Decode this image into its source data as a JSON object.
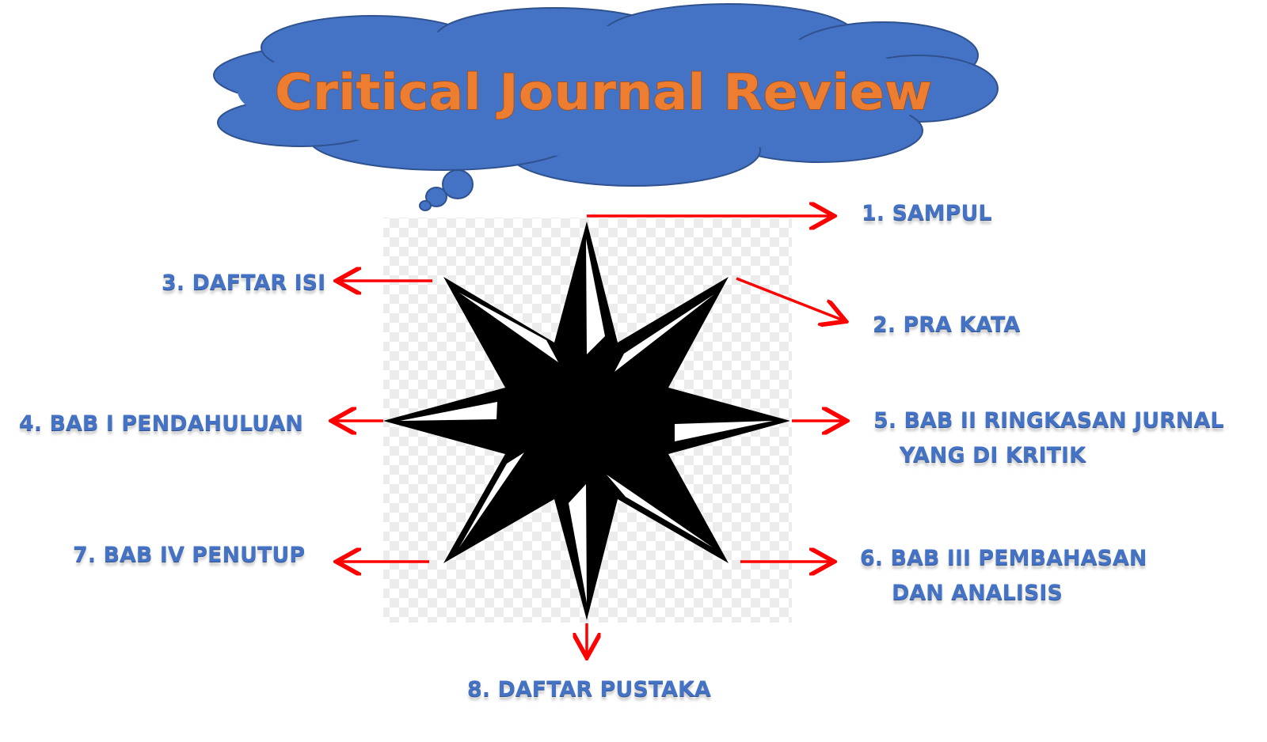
{
  "title": "Critical Journal Review",
  "colors": {
    "cloud": "#4472c4",
    "cloud_outline": "#2f528f",
    "title_fill": "#ed7d31",
    "label": "#4472c4",
    "arrow": "#ff0000",
    "star": "#000000"
  },
  "icons": {
    "center": "compass-rose-star-icon",
    "connector": "red-arrow-icon",
    "banner": "thought-cloud-icon"
  },
  "items": [
    {
      "id": "sampul",
      "label": "1. SAMPUL"
    },
    {
      "id": "pra-kata",
      "label": "2. PRA KATA"
    },
    {
      "id": "daftar-isi",
      "label": "3. DAFTAR ISI"
    },
    {
      "id": "bab-1",
      "label": "4. BAB I PENDAHULUAN"
    },
    {
      "id": "bab-2",
      "label": "5. BAB II RINGKASAN JURNAL",
      "label_line2": "YANG DI KRITIK"
    },
    {
      "id": "bab-3",
      "label": "6. BAB III PEMBAHASAN",
      "label_line2": "DAN ANALISIS"
    },
    {
      "id": "bab-4",
      "label": "7. BAB IV PENUTUP"
    },
    {
      "id": "daftar-pustaka",
      "label": "8. DAFTAR PUSTAKA"
    }
  ]
}
